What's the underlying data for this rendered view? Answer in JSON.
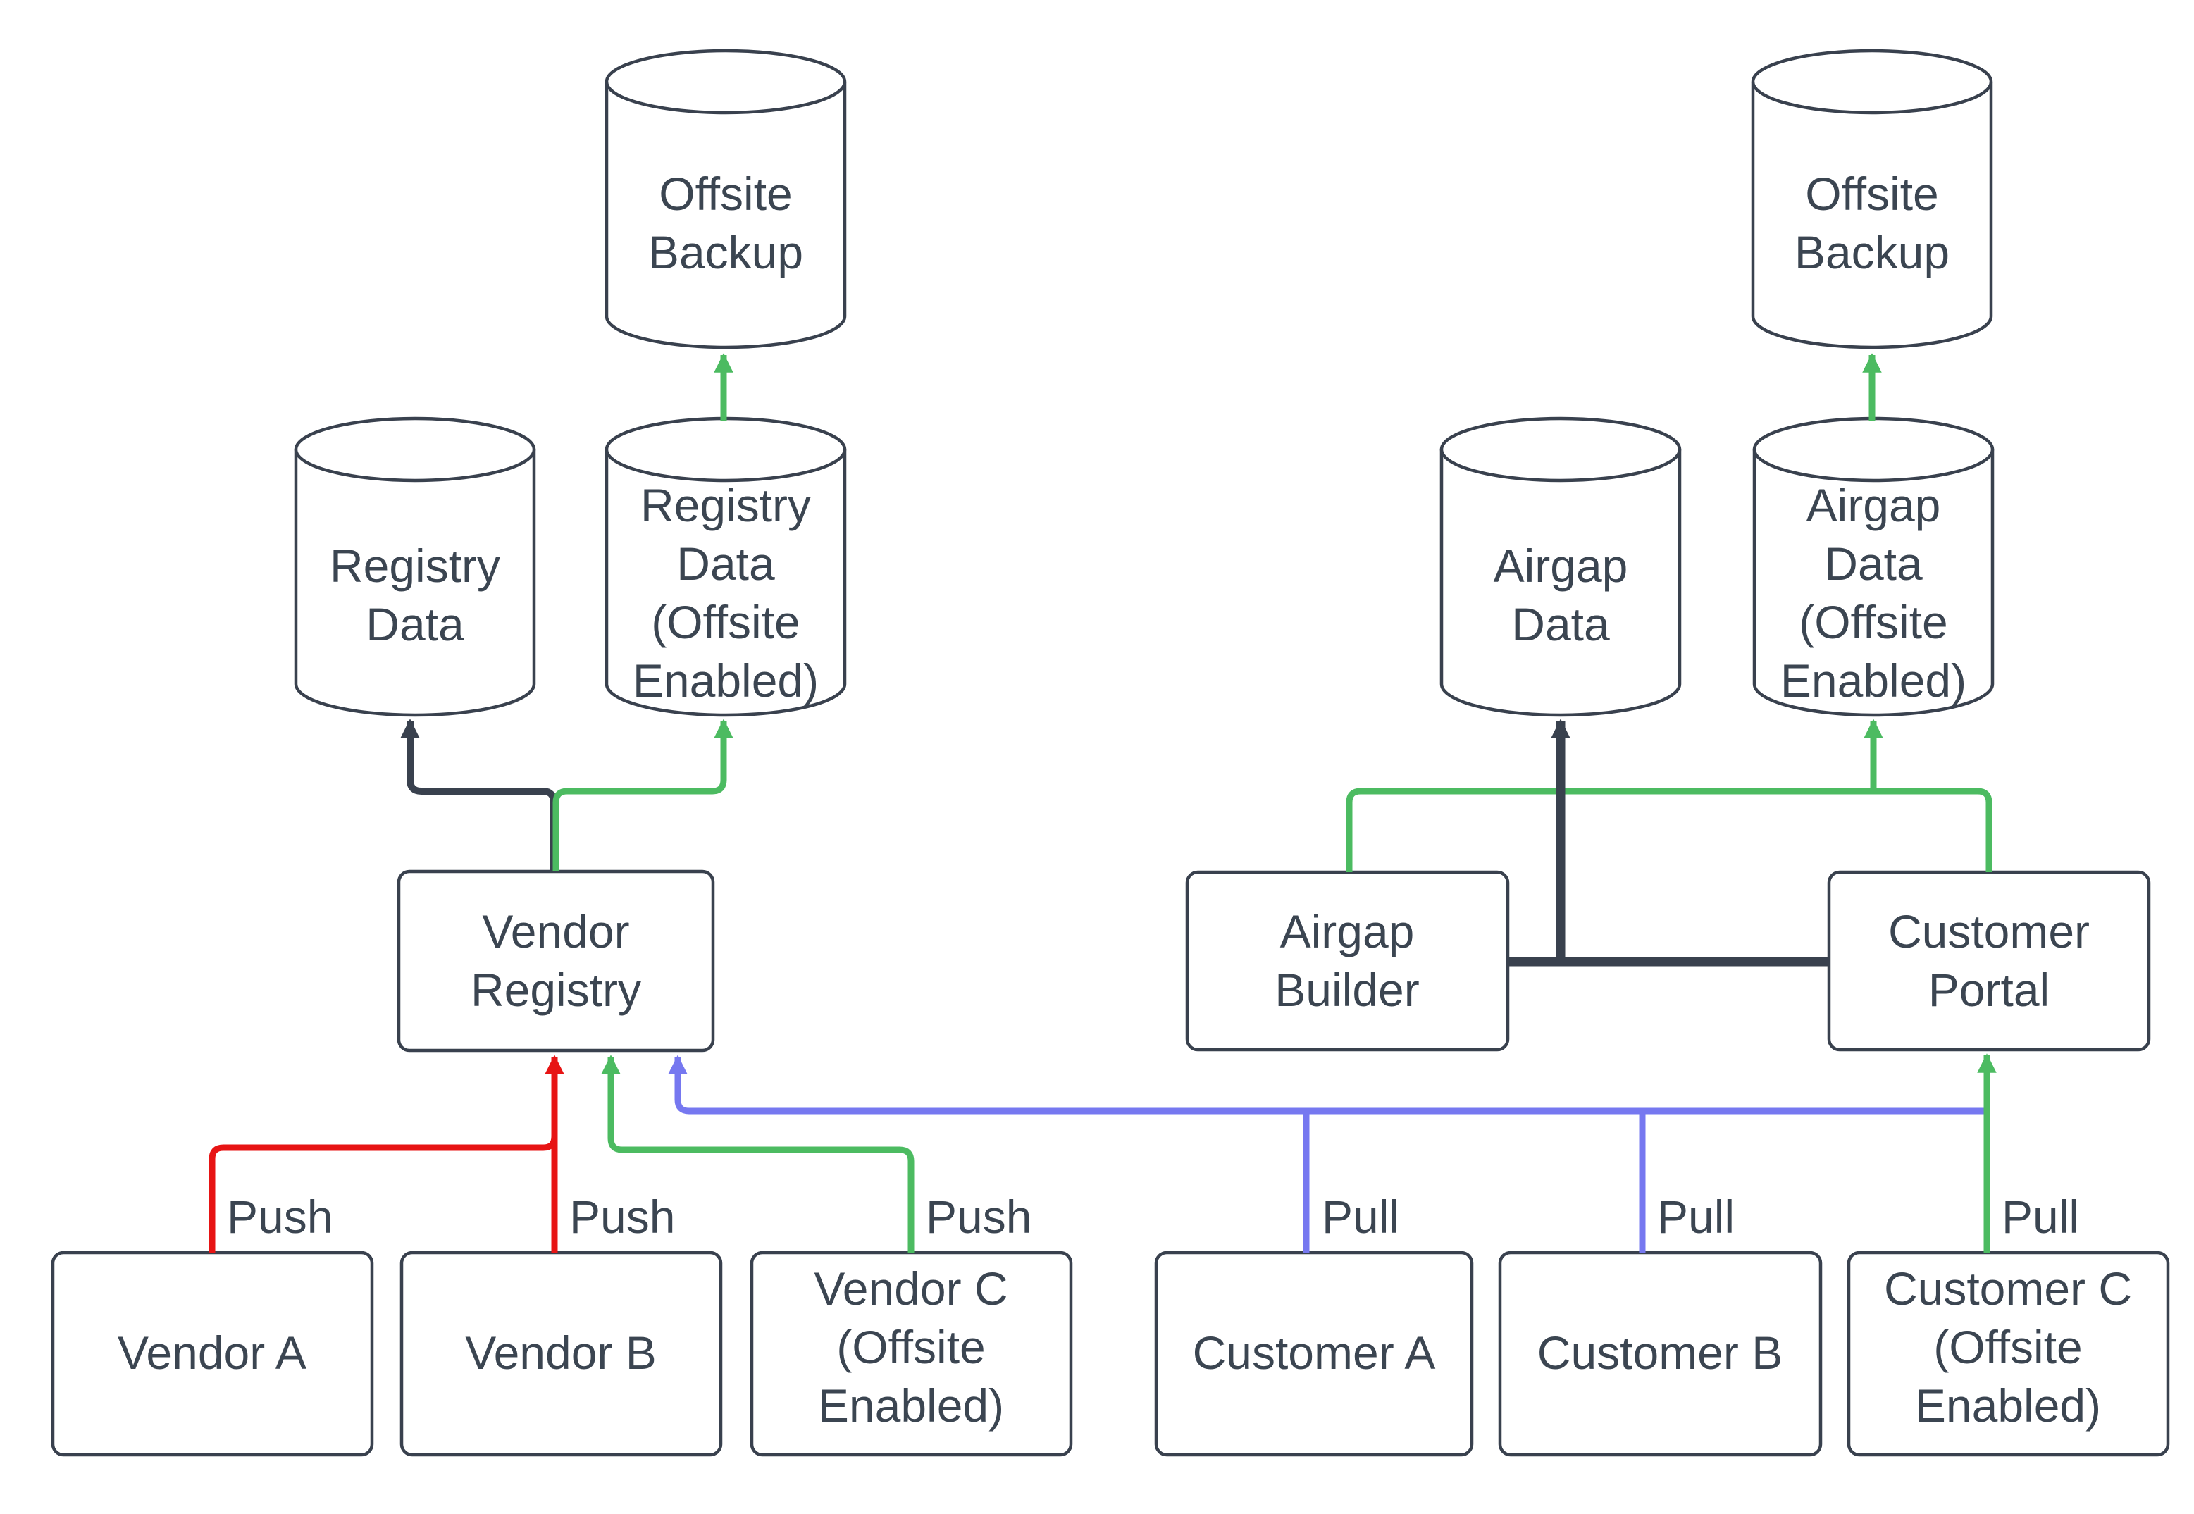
{
  "diagram_type": "architecture-flowchart",
  "colors": {
    "bg": "#ffffff",
    "stroke": "#39414e",
    "text": "#3b4551",
    "red": "#e71414",
    "green": "#4cbb61",
    "blue": "#7678f0"
  },
  "nodes": {
    "offsite_backup_left": {
      "shape": "cylinder",
      "label": "Offsite\nBackup"
    },
    "registry_data": {
      "shape": "cylinder",
      "label": "Registry\nData"
    },
    "registry_data_offsite": {
      "shape": "cylinder",
      "label": "Registry\nData\n(Offsite\nEnabled)"
    },
    "offsite_backup_right": {
      "shape": "cylinder",
      "label": "Offsite\nBackup"
    },
    "airgap_data": {
      "shape": "cylinder",
      "label": "Airgap\nData"
    },
    "airgap_data_offsite": {
      "shape": "cylinder",
      "label": "Airgap\nData\n(Offsite\nEnabled)"
    },
    "vendor_registry": {
      "shape": "rect",
      "label": "Vendor\nRegistry"
    },
    "airgap_builder": {
      "shape": "rect",
      "label": "Airgap\nBuilder"
    },
    "customer_portal": {
      "shape": "rect",
      "label": "Customer\nPortal"
    },
    "vendor_a": {
      "shape": "rect",
      "label": "Vendor A"
    },
    "vendor_b": {
      "shape": "rect",
      "label": "Vendor B"
    },
    "vendor_c": {
      "shape": "rect",
      "label": "Vendor C\n(Offsite\nEnabled)"
    },
    "customer_a": {
      "shape": "rect",
      "label": "Customer A"
    },
    "customer_b": {
      "shape": "rect",
      "label": "Customer B"
    },
    "customer_c": {
      "shape": "rect",
      "label": "Customer C\n(Offsite\nEnabled)"
    }
  },
  "edge_labels": {
    "push_vendor_a": "Push",
    "push_vendor_b": "Push",
    "push_vendor_c": "Push",
    "pull_customer_a": "Pull",
    "pull_customer_b": "Pull",
    "pull_customer_c": "Pull"
  },
  "edges": [
    {
      "from": "vendor_a",
      "to": "vendor_registry",
      "color": "red",
      "label": "Push"
    },
    {
      "from": "vendor_b",
      "to": "vendor_registry",
      "color": "red",
      "label": "Push"
    },
    {
      "from": "vendor_c",
      "to": "vendor_registry",
      "color": "green",
      "label": "Push"
    },
    {
      "from": "customer_a",
      "to": "vendor_registry",
      "color": "blue",
      "label": "Pull"
    },
    {
      "from": "customer_b",
      "to": "vendor_registry",
      "color": "blue",
      "label": "Pull"
    },
    {
      "from": "customer_c",
      "to": "customer_portal",
      "color": "green",
      "label": "Pull"
    },
    {
      "from": "vendor_registry",
      "to": "registry_data",
      "color": "dark"
    },
    {
      "from": "vendor_registry",
      "to": "registry_data_offsite",
      "color": "green"
    },
    {
      "from": "registry_data_offsite",
      "to": "offsite_backup_left",
      "color": "green"
    },
    {
      "from": "airgap_builder",
      "to": "customer_portal",
      "color": "dark"
    },
    {
      "from": "airgap_builder",
      "to": "airgap_data",
      "color": "dark"
    },
    {
      "from": "customer_portal",
      "to": "airgap_data_offsite",
      "color": "green"
    },
    {
      "from": "airgap_builder",
      "to": "airgap_data_offsite",
      "color": "green"
    },
    {
      "from": "airgap_data_offsite",
      "to": "offsite_backup_right",
      "color": "green"
    }
  ]
}
